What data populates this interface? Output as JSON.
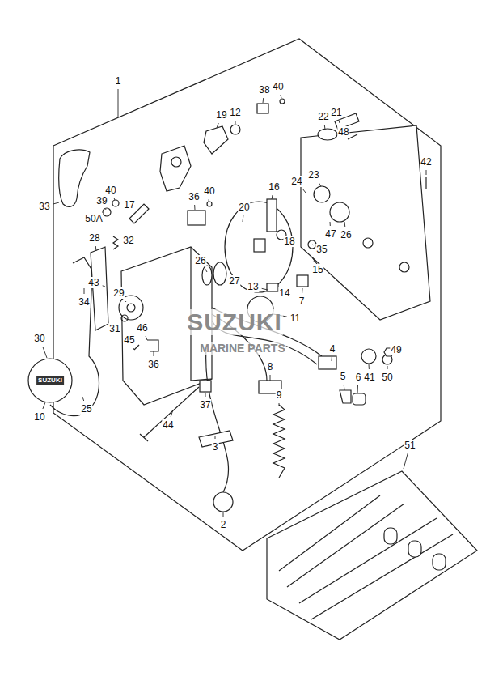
{
  "diagram": {
    "labels": [
      "1",
      "38",
      "40",
      "22",
      "21",
      "48",
      "19",
      "12",
      "42",
      "33",
      "39",
      "40",
      "17",
      "50A",
      "36",
      "40",
      "20",
      "16",
      "24",
      "23",
      "28",
      "32",
      "18",
      "47",
      "26",
      "35",
      "26",
      "27",
      "15",
      "43",
      "29",
      "13",
      "14",
      "7",
      "34",
      "31",
      "11",
      "46",
      "45",
      "4",
      "30",
      "36",
      "5",
      "6",
      "41",
      "50",
      "49",
      "8",
      "9",
      "10",
      "25",
      "44",
      "37",
      "3",
      "2",
      "51",
      "SUZUKI",
      "MARINE PARTS",
      "SUZUKI"
    ]
  }
}
